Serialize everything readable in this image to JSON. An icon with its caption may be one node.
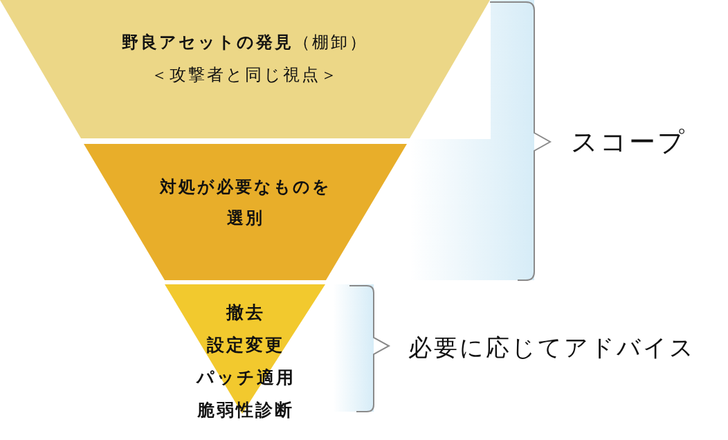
{
  "diagram": {
    "nodes": [
      {
        "text": [
          "**野良アセットの発見**（棚卸）",
          "＜攻撃者と同じ視点＞"
        ]
      },
      {
        "text": [
          "対処が必要なものを選別"
        ]
      },
      {
        "text": [
          "撤去",
          "設定変更",
          "パッチ適用",
          "脆弱性診断"
        ]
      }
    ],
    "labels": [
      "スコープ",
      "必要に応じてアドバイス"
    ]
  }
}
